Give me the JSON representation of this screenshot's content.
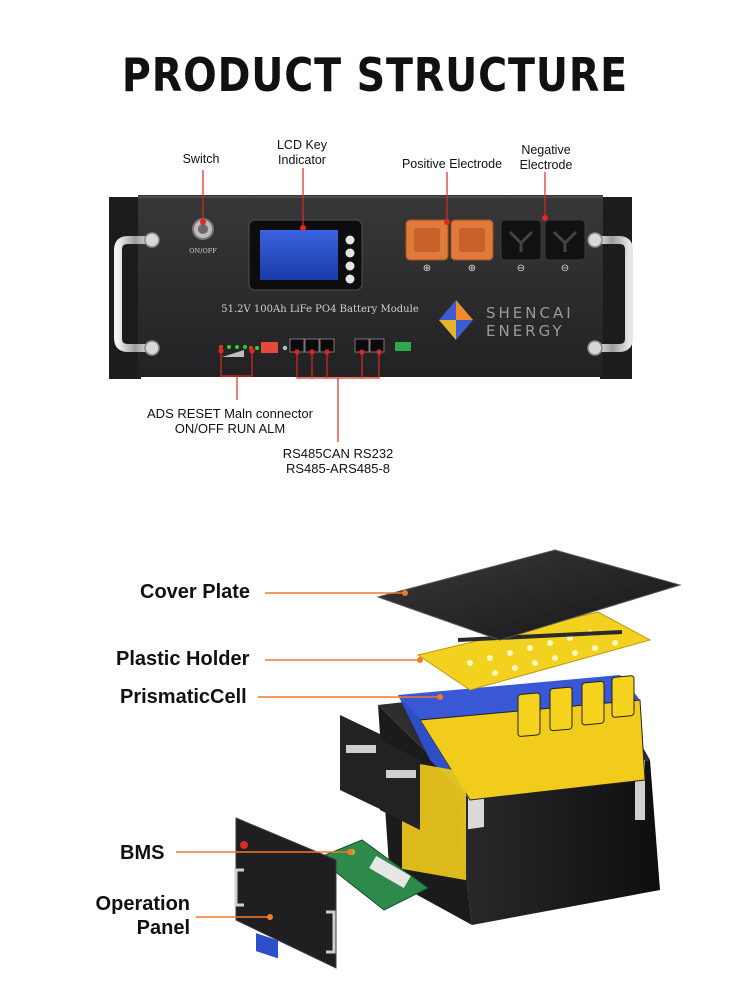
{
  "title": "PRODUCT STRUCTURE",
  "front_panel": {
    "labels": {
      "switch": "Switch",
      "lcd_line1": "LCD Key",
      "lcd_line2": "Indicator",
      "positive": "Positive Electrode",
      "negative_line1": "Negative",
      "negative_line2": "Electrode",
      "ads_line1": "ADS RESET Maln connector",
      "ads_line2": "ON/OFF RUN ALM",
      "rs_line1": "RS485CAN RS232",
      "rs_line2": "RS485-ARS485-8"
    },
    "switch_caption": "ON/OFF",
    "module_text": "51.2V 100Ah LiFe PO4 Battery Module",
    "brand_line1": "SHENCAI",
    "brand_line2": "ENERGY",
    "colors": {
      "callout": "#e0281e",
      "terminal_pos": "#e07a3a",
      "panel": "#2a2a2c"
    }
  },
  "exploded_view": {
    "labels": {
      "cover": "Cover Plate",
      "holder": "Plastic Holder",
      "cell": "PrismaticCell",
      "bms": "BMS",
      "panel_line1": "Operation",
      "panel_line2": "Panel"
    },
    "colors": {
      "leader": "#f07a2a",
      "cell_yellow": "#f2cc1a",
      "cell_blue": "#2f4fc8"
    }
  }
}
